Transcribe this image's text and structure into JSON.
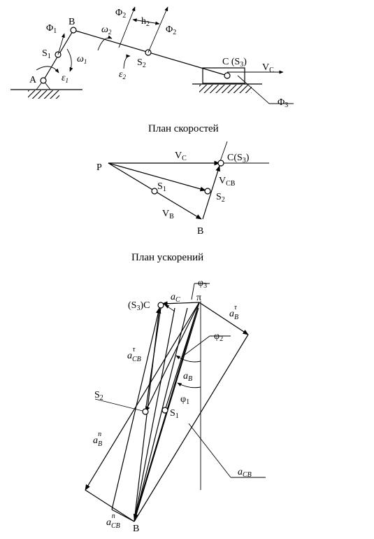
{
  "mechanism": {
    "points": {
      "A": "A",
      "B": "B",
      "S1": "S",
      "S2": "S",
      "C": "C (S",
      "Vc": "V"
    },
    "subs": {
      "one": "1",
      "two": "2",
      "three": "3",
      "C": "C"
    },
    "forces": {
      "F": "Φ"
    },
    "h": "h",
    "omega": "ω",
    "eps": "ε"
  },
  "velocity_plan": {
    "title": "План скоростей",
    "P": "P",
    "Vc": "V",
    "C": "C(S",
    "S1": "S",
    "S2": "S",
    "Vbc": "V",
    "Vb": "V",
    "B": "B"
  },
  "acceleration_plan": {
    "title": "План ускорений",
    "phi": "φ",
    "pi": "π",
    "S3C": "(S",
    "a": "a",
    "S2": "S",
    "S1": "S",
    "B": "B",
    "subs": {
      "C": "C",
      "B": "B",
      "CB": "CB",
      "tau": "τ",
      "n": "n"
    }
  }
}
